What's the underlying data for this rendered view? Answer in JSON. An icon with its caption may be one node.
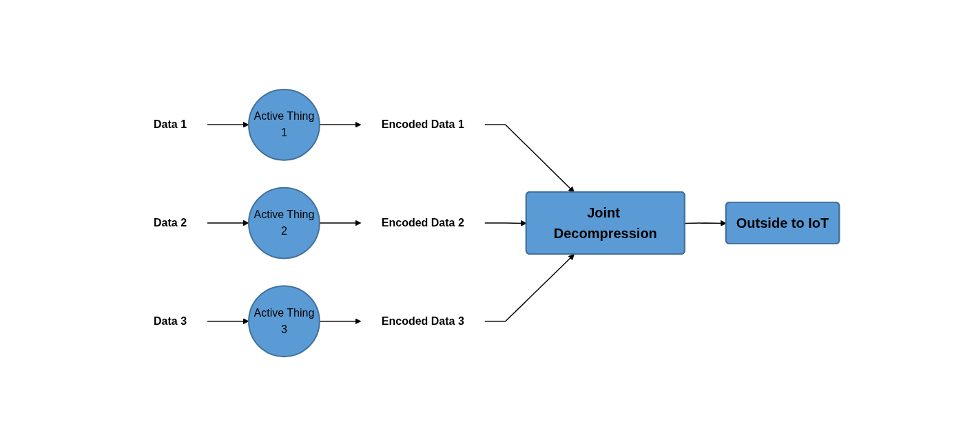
{
  "diagram": {
    "nodes": [
      {
        "text": [
          "Data 1"
        ]
      },
      {
        "text": [
          "Active Thing",
          "1"
        ]
      },
      {
        "text": [
          "Encoded Data 1"
        ]
      },
      {
        "text": [
          "Data 2"
        ]
      },
      {
        "text": [
          "Active Thing",
          "2"
        ]
      },
      {
        "text": [
          "Encoded Data 2"
        ]
      },
      {
        "text": [
          "Data 3"
        ]
      },
      {
        "text": [
          "Active Thing",
          "3"
        ]
      },
      {
        "text": [
          "Encoded Data 3"
        ]
      },
      {
        "text": [
          "Joint Decompression"
        ]
      },
      {
        "text": [
          "Outside to IoT"
        ]
      }
    ],
    "edges": [
      {
        "from": 0,
        "to": 1,
        "arrow": "to"
      },
      {
        "from": 1,
        "to": 2,
        "arrow": "to"
      },
      {
        "from": 3,
        "to": 4,
        "arrow": "to"
      },
      {
        "from": 4,
        "to": 5,
        "arrow": "to"
      },
      {
        "from": 6,
        "to": 7,
        "arrow": "to"
      },
      {
        "from": 7,
        "to": 8,
        "arrow": "to"
      },
      {
        "from": 2,
        "to": 9,
        "arrow": "to"
      },
      {
        "from": 5,
        "to": 9,
        "arrow": "to"
      },
      {
        "from": 8,
        "to": 9,
        "arrow": "to"
      },
      {
        "from": 9,
        "to": 10,
        "arrow": "to"
      }
    ]
  }
}
